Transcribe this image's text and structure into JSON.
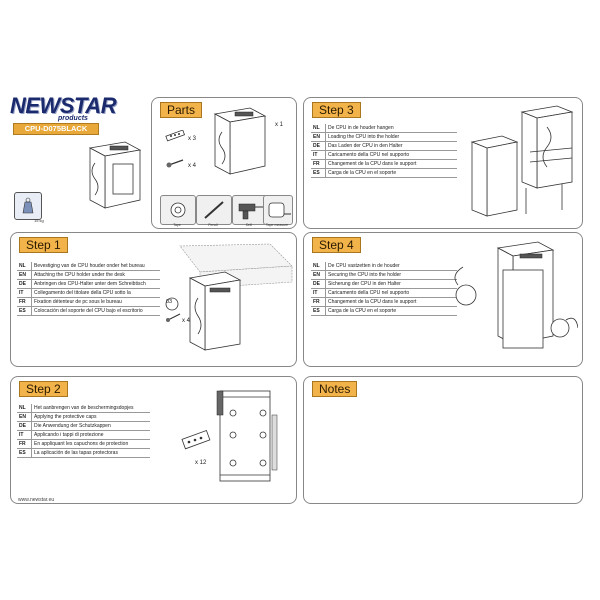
{
  "brand": {
    "logo": "NEWSTAR",
    "logo_sub": "products",
    "model": "CPU-D075BLACK",
    "weight_label": "15 kg"
  },
  "parts": {
    "title": "Parts",
    "qty_1": "x 1",
    "qty_3": "x 3",
    "qty_4": "x 4",
    "tools": [
      "Tape",
      "Pencil",
      "Drill",
      "Tape measure"
    ]
  },
  "step1": {
    "title": "Step 1",
    "rows": [
      {
        "code": "NL",
        "text": "Bevestiging van de CPU houder  onder het bureau"
      },
      {
        "code": "EN",
        "text": "Attaching the CPU holder under the desk"
      },
      {
        "code": "DE",
        "text": "Anbringen des CPU-Halter unter dem Schreibtisch"
      },
      {
        "code": "IT",
        "text": "Collegamento del titolare della CPU sotto la"
      },
      {
        "code": "FR",
        "text": "Fixation détenteur de pc  sous le bureau"
      },
      {
        "code": "ES",
        "text": "Colocación del soporte del CPU bajo el escritorio"
      }
    ],
    "callout": "03",
    "qty": "x 4"
  },
  "step2": {
    "title": "Step 2",
    "rows": [
      {
        "code": "NL",
        "text": "Het aanbrengen van de beschermingsdopjes"
      },
      {
        "code": "EN",
        "text": "Applying the protective caps"
      },
      {
        "code": "DE",
        "text": "Die Anwendung der Schutzkappen"
      },
      {
        "code": "IT",
        "text": "Applicando i tappi di protezione"
      },
      {
        "code": "FR",
        "text": "En appliquant les capuchons de protection"
      },
      {
        "code": "ES",
        "text": "La aplicación de las tapas protectoras"
      }
    ],
    "qty": "x 12"
  },
  "step3": {
    "title": "Step 3",
    "rows": [
      {
        "code": "NL",
        "text": "De CPU in de houder hangen"
      },
      {
        "code": "EN",
        "text": "Loading the CPU into the holder"
      },
      {
        "code": "DE",
        "text": "Das Laden der CPU in den Halter"
      },
      {
        "code": "IT",
        "text": "Caricamento della CPU nel supporto"
      },
      {
        "code": "FR",
        "text": "Changement de la CPU dans le support"
      },
      {
        "code": "ES",
        "text": "Carga de la CPU en el soporte"
      }
    ]
  },
  "step4": {
    "title": "Step 4",
    "rows": [
      {
        "code": "NL",
        "text": "De CPU vastzetten in de houder"
      },
      {
        "code": "EN",
        "text": "Securing the CPU into the holder"
      },
      {
        "code": "DE",
        "text": "Sicherung der CPU in den Halter"
      },
      {
        "code": "IT",
        "text": "Caricamento della CPU nel supporto"
      },
      {
        "code": "FR",
        "text": "Changement de la CPU dans le support"
      },
      {
        "code": "ES",
        "text": "Carga de la CPU en el soporte"
      }
    ]
  },
  "notes": {
    "title": "Notes"
  },
  "footer": {
    "url": "www.newstar.eu"
  }
}
